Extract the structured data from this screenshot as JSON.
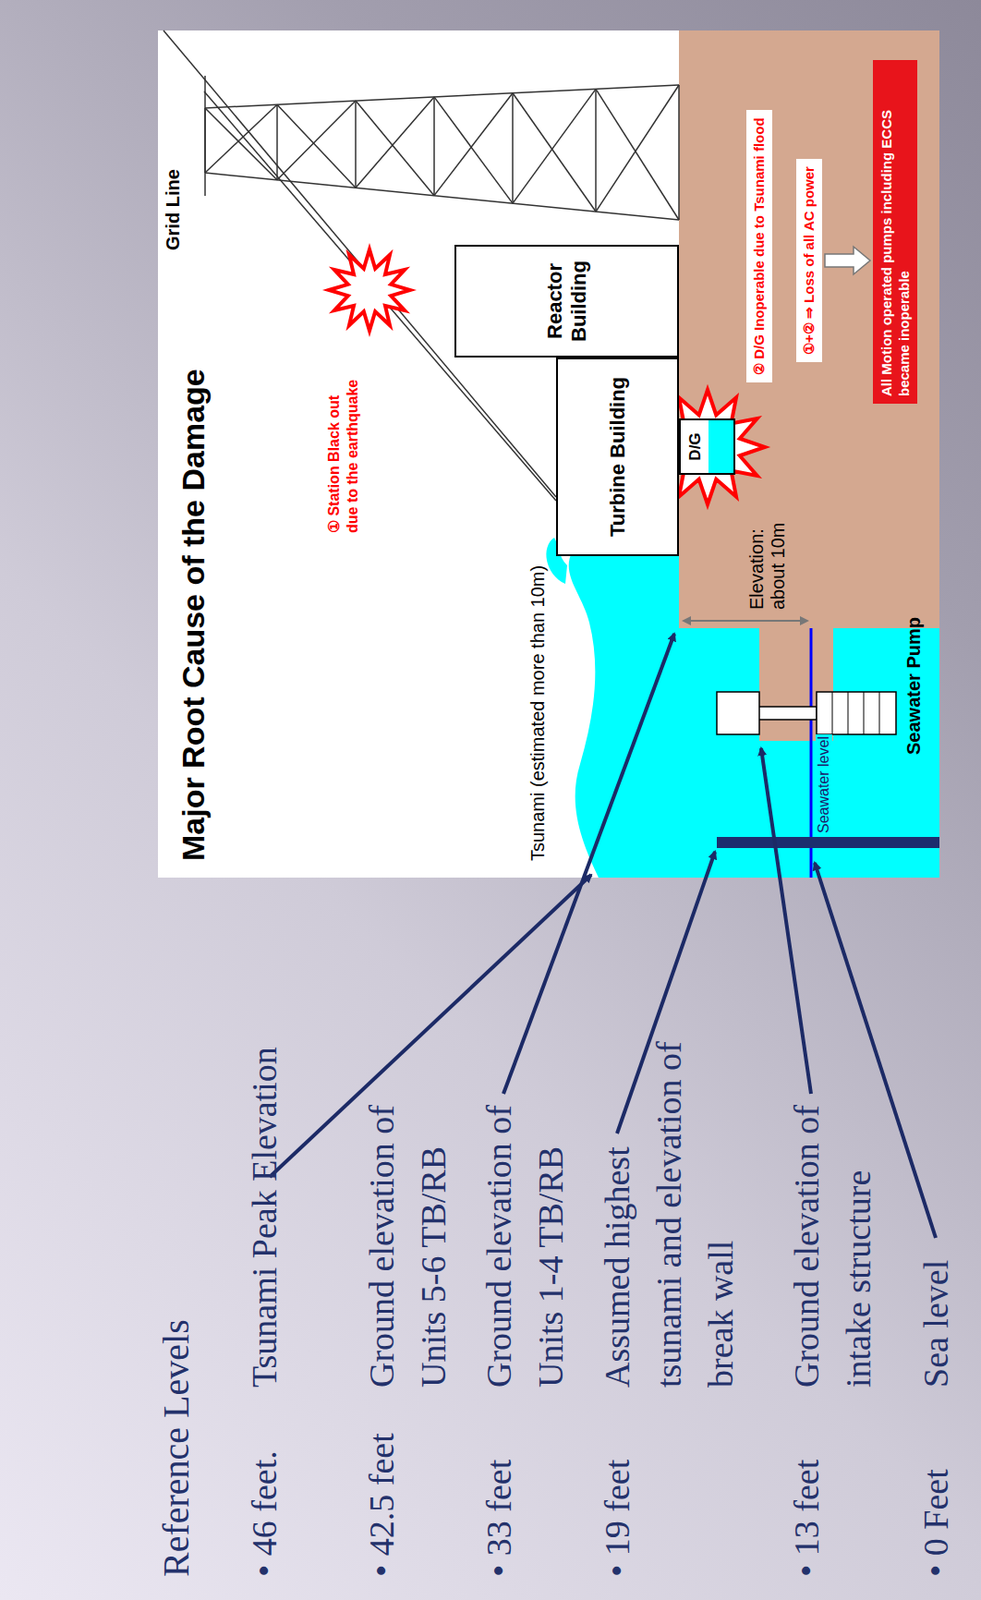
{
  "diagram": {
    "title": "Major Root Cause of the Damage",
    "nodes": [
      {
        "text": [
          "Reactor Building"
        ]
      },
      {
        "text": [
          "Turbine Building"
        ]
      },
      {
        "text": [
          "D/G"
        ]
      },
      {
        "text": [
          "② D/G Inoperable due to Tsunami flood"
        ]
      },
      {
        "text": [
          "①+② ⇒ Loss of all AC power"
        ]
      },
      {
        "text": [
          "All Motion operated pumps including ECCS became inoperable"
        ]
      }
    ],
    "edges": [
      {
        "from": 4,
        "to": 5,
        "arrow": "to"
      }
    ],
    "labels": [
      "Reference Levels",
      "• 46 feet.",
      "Tsunami Peak Elevation",
      "• 42.5 feet",
      "Ground elevation of Units 5-6 TB/RB",
      "• 33 feet",
      "Ground elevation of Units 1-4 TB/RB",
      "• 19 feet",
      "Assumed highest tsunami and elevation of break wall",
      "• 13 feet",
      "Ground elevation of intake structure",
      "• 0 Feet",
      "Sea level",
      "Grid Line",
      "① Station Black out due to the earthquake",
      "Tsunami (estimated more than 10m)",
      "Elevation: about 10m",
      "Seawater level",
      "Seawater Pump"
    ]
  }
}
